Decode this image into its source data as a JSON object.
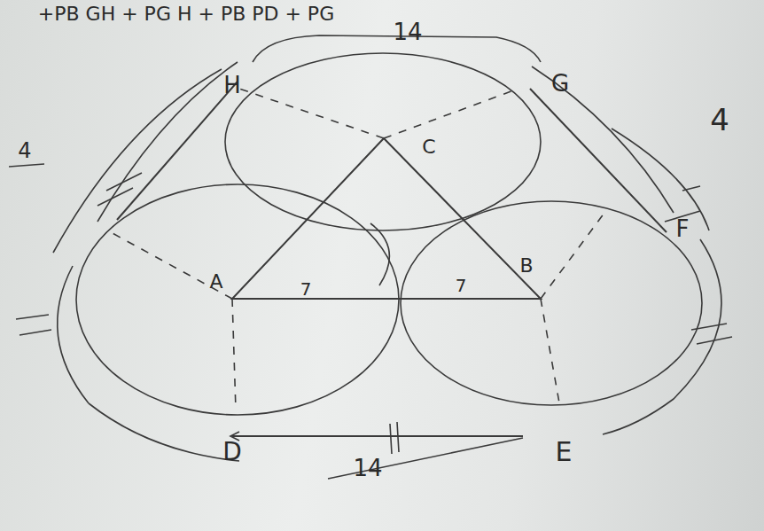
{
  "diagram": {
    "labels": [
      "+PB GH + PG H + PB PD + PG",
      "H",
      "G",
      "C",
      "A",
      "B",
      "7",
      "7",
      "F",
      "E",
      "D",
      "14",
      "14",
      "4",
      "4"
    ]
  }
}
